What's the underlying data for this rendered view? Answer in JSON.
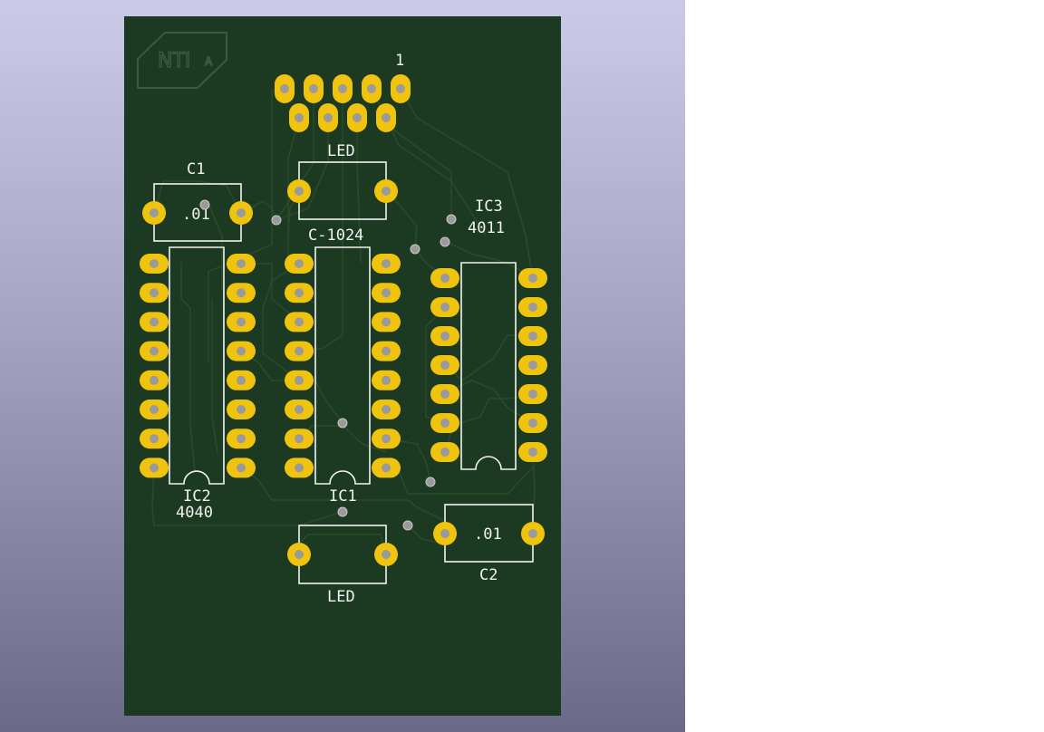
{
  "logo": {
    "text": "NTI",
    "suffix": "A"
  },
  "connector": {
    "pin1_label": "1"
  },
  "labels": {
    "led_top": "LED",
    "led_bottom": "LED",
    "c1_ref": "C1",
    "c1_value": ".01",
    "c2_ref": "C2",
    "c2_value": ".01",
    "ic1_ref": "IC1",
    "ic1_value": "C-1024",
    "ic2_ref": "IC2",
    "ic2_value": "4040",
    "ic3_ref": "IC3",
    "ic3_value": "4011"
  },
  "colors": {
    "board": "#1c3a22",
    "pad": "#f0c40c",
    "silkscreen": "#f2f2f2",
    "trace": "#2a4a2a",
    "background_top": "#cbcbe8",
    "background_bottom": "#6a6a88"
  }
}
